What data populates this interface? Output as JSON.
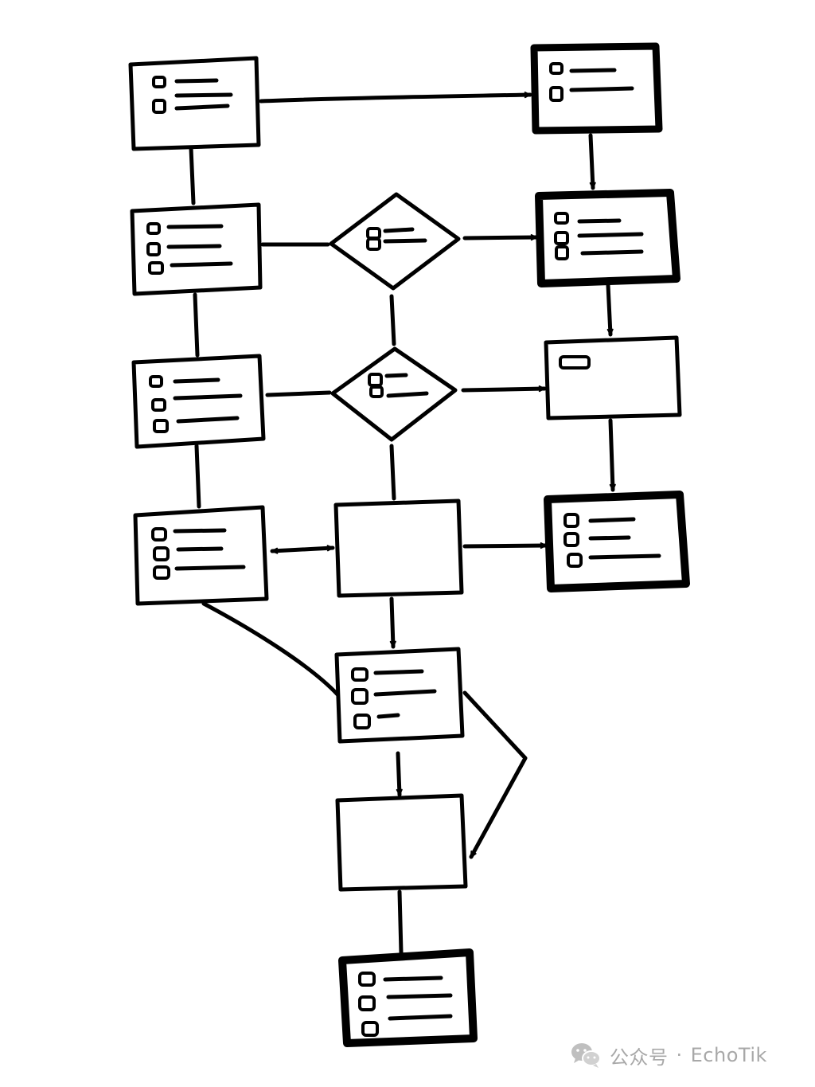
{
  "diagram": {
    "style": "hand-drawn flowchart",
    "stroke_color": "#000000",
    "background": "#ffffff",
    "nodes": [
      {
        "id": "n-l1",
        "shape": "card",
        "text_lines": 2,
        "emphasis": "normal"
      },
      {
        "id": "n-l2",
        "shape": "card",
        "text_lines": 3,
        "emphasis": "normal"
      },
      {
        "id": "n-l3",
        "shape": "card",
        "text_lines": 3,
        "emphasis": "normal"
      },
      {
        "id": "n-l4",
        "shape": "card",
        "text_lines": 3,
        "emphasis": "normal"
      },
      {
        "id": "n-d1",
        "shape": "diamond",
        "text_lines": 2,
        "emphasis": "normal"
      },
      {
        "id": "n-d2",
        "shape": "diamond",
        "text_lines": 2,
        "emphasis": "normal"
      },
      {
        "id": "n-c4",
        "shape": "box",
        "text_lines": 0,
        "emphasis": "normal"
      },
      {
        "id": "n-r1",
        "shape": "card",
        "text_lines": 2,
        "emphasis": "bold"
      },
      {
        "id": "n-r2",
        "shape": "card",
        "text_lines": 3,
        "emphasis": "bold"
      },
      {
        "id": "n-r3",
        "shape": "box",
        "text_lines": 1,
        "emphasis": "normal"
      },
      {
        "id": "n-r4",
        "shape": "card",
        "text_lines": 3,
        "emphasis": "bold"
      },
      {
        "id": "n-m5",
        "shape": "card",
        "text_lines": 3,
        "emphasis": "normal"
      },
      {
        "id": "n-m6",
        "shape": "box",
        "text_lines": 0,
        "emphasis": "normal"
      },
      {
        "id": "n-m7",
        "shape": "card",
        "text_lines": 3,
        "emphasis": "bold"
      }
    ],
    "edges": [
      {
        "from": "n-l1",
        "to": "n-r1",
        "arrow": "end"
      },
      {
        "from": "n-r1",
        "to": "n-r2",
        "arrow": "end"
      },
      {
        "from": "n-r2",
        "to": "n-r3",
        "arrow": "end"
      },
      {
        "from": "n-r3",
        "to": "n-r4",
        "arrow": "end"
      },
      {
        "from": "n-l1",
        "to": "n-l2",
        "arrow": "none"
      },
      {
        "from": "n-l2",
        "to": "n-l3",
        "arrow": "none"
      },
      {
        "from": "n-l3",
        "to": "n-l4",
        "arrow": "none"
      },
      {
        "from": "n-l2",
        "to": "n-d1",
        "arrow": "none"
      },
      {
        "from": "n-d1",
        "to": "n-r2",
        "arrow": "end"
      },
      {
        "from": "n-d1",
        "to": "n-d2",
        "arrow": "none"
      },
      {
        "from": "n-l3",
        "to": "n-d2",
        "arrow": "none"
      },
      {
        "from": "n-d2",
        "to": "n-r3",
        "arrow": "end"
      },
      {
        "from": "n-d2",
        "to": "n-c4",
        "arrow": "none"
      },
      {
        "from": "n-l4",
        "to": "n-c4",
        "arrow": "both"
      },
      {
        "from": "n-c4",
        "to": "n-r4",
        "arrow": "end"
      },
      {
        "from": "n-c4",
        "to": "n-m5",
        "arrow": "end"
      },
      {
        "from": "n-l4",
        "to": "n-m5",
        "arrow": "none"
      },
      {
        "from": "n-m5",
        "to": "n-m6",
        "arrow": "end"
      },
      {
        "from": "n-m5",
        "to": "n-m6",
        "arrow": "end",
        "routing": "bent-right"
      },
      {
        "from": "n-m6",
        "to": "n-m7",
        "arrow": "none"
      }
    ]
  },
  "watermark": {
    "account_label": "公众号",
    "separator": "·",
    "account_name": "EchoTik",
    "icon": "wechat-icon",
    "color": "#9a9a9a"
  }
}
